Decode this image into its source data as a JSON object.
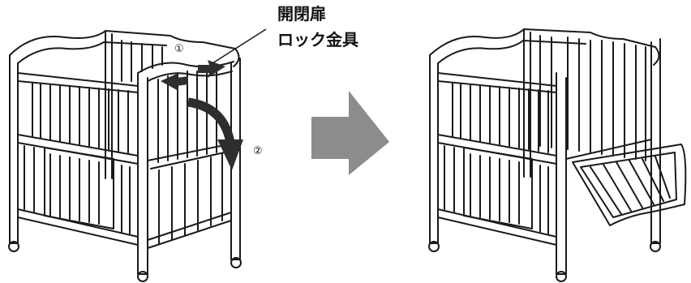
{
  "callout": {
    "line1": "開閉扉",
    "line2": "ロック金具"
  },
  "steps": {
    "one": "①",
    "two": "②"
  },
  "colors": {
    "ink": "#1a1a1a",
    "arrow_big": "#8c8c8c",
    "arrow_small": "#2e2e2e"
  },
  "icons": {
    "flow_arrow": "right-arrow-icon",
    "press_arrows": "inward-arrows-icon",
    "rotate_arrow": "curved-down-arrow-icon"
  }
}
